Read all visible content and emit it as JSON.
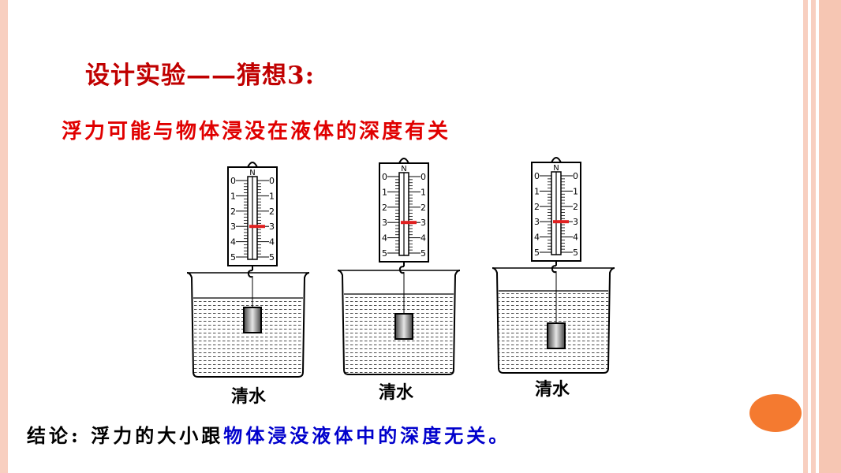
{
  "title": "设计实验——猜想3:",
  "subtitle": "浮力可能与物体浸没在液体的深度有关",
  "conclusion": {
    "prefix": "结论: 浮力的大小跟",
    "highlight": "物体浸没液体中的深度无关。"
  },
  "scale_unit": "N",
  "scale_ticks": [
    "0",
    "1",
    "2",
    "3",
    "4",
    "5"
  ],
  "setups": [
    {
      "liquid_label": "清水",
      "reading": 3
    },
    {
      "liquid_label": "清水",
      "reading": 3
    },
    {
      "liquid_label": "清水",
      "reading": 3
    }
  ],
  "colors": {
    "title": "#c00000",
    "subtitle": "#e00000",
    "highlight": "#0000cc",
    "border": "#f8cfc0",
    "accent_circle": "#f47a30",
    "pointer": "#e02020"
  }
}
